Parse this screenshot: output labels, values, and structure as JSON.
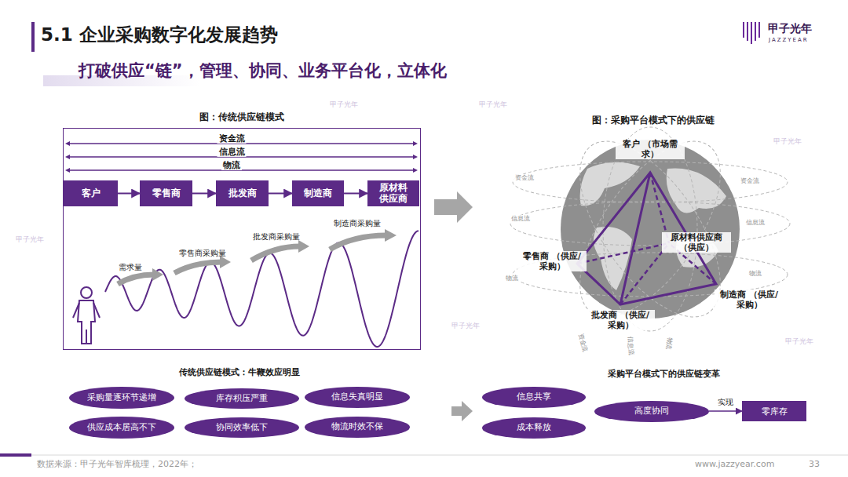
{
  "diagram": {
    "title": "5.1 企业采购数字化发展趋势",
    "nodes": [
      {
        "text": [
          "图：传统供应链模式"
        ]
      },
      {
        "text": [
          "客户"
        ],
        "in": 0
      },
      {
        "text": [
          "零售商"
        ],
        "in": 0
      },
      {
        "text": [
          "批发商"
        ],
        "in": 0
      },
      {
        "text": [
          "制造商"
        ],
        "in": 0
      },
      {
        "text": [
          "原材料供应商"
        ],
        "in": 0
      },
      {
        "text": [
          "采购量逐环节递增"
        ]
      },
      {
        "text": [
          "库存积压严重"
        ]
      },
      {
        "text": [
          "信息失真明显"
        ]
      },
      {
        "text": [
          "供应成本居高不下"
        ]
      },
      {
        "text": [
          "协同效率低下"
        ]
      },
      {
        "text": [
          "物流时效不保"
        ]
      },
      {
        "text": [
          "信息共享"
        ]
      },
      {
        "text": [
          "成本释放"
        ]
      },
      {
        "text": [
          "高度协同"
        ]
      },
      {
        "text": [
          "零库存"
        ]
      }
    ],
    "edges": [
      {
        "from": 1,
        "to": 2,
        "arrow": "to"
      },
      {
        "from": 2,
        "to": 3,
        "arrow": "to"
      },
      {
        "from": 3,
        "to": 4,
        "arrow": "to"
      },
      {
        "from": 4,
        "to": 5,
        "arrow": "to"
      },
      {
        "from": 14,
        "to": 15,
        "label": "实现",
        "arrow": "to"
      }
    ],
    "labels": [
      "打破供应“链”，管理、协同、业务平台化，立体化",
      "甲子光年",
      "JAZZYEAR",
      "资金流",
      "信息流",
      "物流",
      "需求量",
      "零售商采购量",
      "批发商采购量",
      "制造商采购量",
      "传统供应链模式：牛鞭效应明显",
      "图：采购平台模式下的供应链",
      "客户 （市场需求）",
      "原材料供应商 （供应）",
      "零售商 （供应/采购）",
      "批发商 （供应/采购）",
      "制造商 （供应/采购）",
      "资金流",
      "资金流",
      "信息流",
      "信息流",
      "物流",
      "物流",
      "资金流",
      "信息流",
      "物流",
      "采购平台模式下的供应链变革",
      "数据来源：甲子光年智库梳理，2022年；",
      "www.jazzyear.com",
      "33",
      "甲子光年",
      "甲子光年",
      "甲子光年",
      "甲子光年",
      "甲子光年",
      "甲子光年"
    ]
  }
}
